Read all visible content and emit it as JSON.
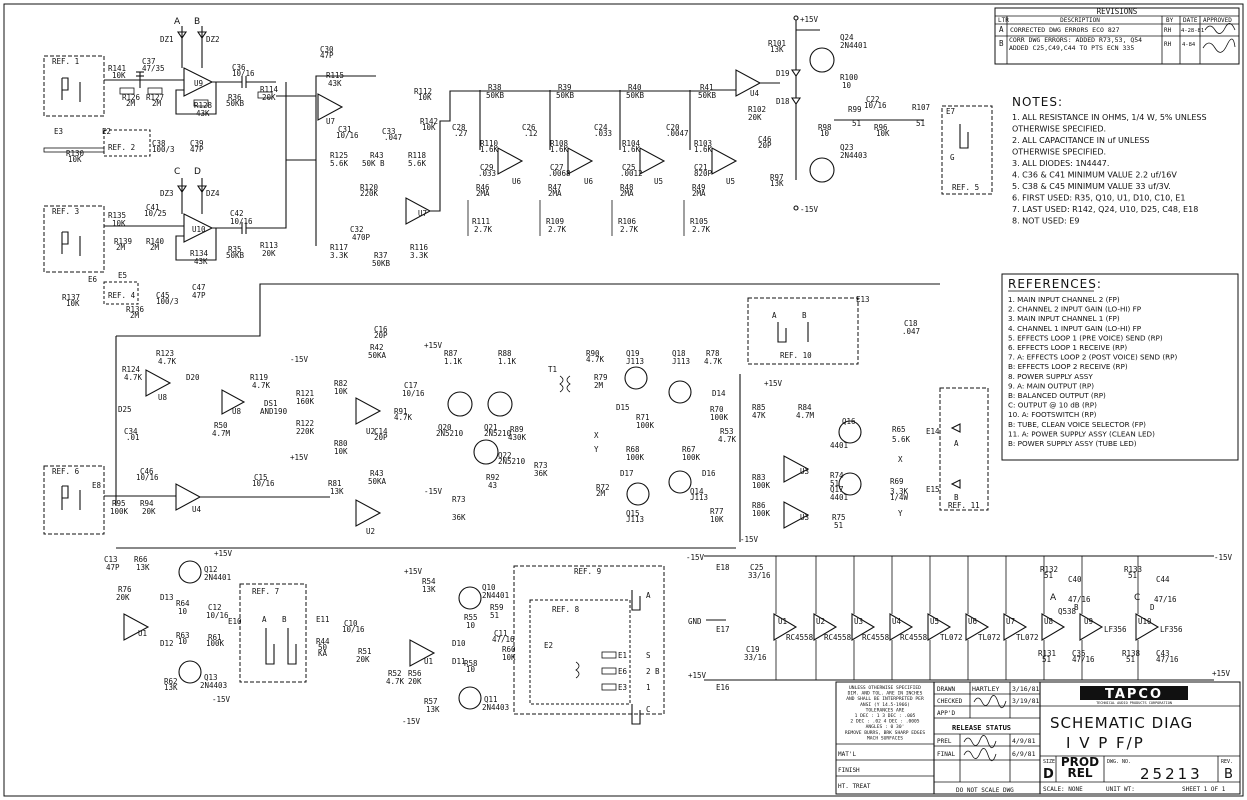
{
  "revisions": {
    "title": "REVISIONS",
    "headers": [
      "LTR",
      "DESCRIPTION",
      "BY",
      "DATE",
      "APPROVED"
    ],
    "rows": [
      {
        "ltr": "A",
        "desc": "CORRECTED DWG ERRORS  ECO 827",
        "by": "RH",
        "date": "4-28-81"
      },
      {
        "ltr": "B",
        "desc": "CORR DWG ERRORS: ADDED R73,53, Q54 ADDED C25,C49,C44 TO PTS  ECN 335",
        "by": "RH",
        "date": "4-84"
      }
    ]
  },
  "notes": {
    "heading": "NOTES:",
    "items": [
      "1. ALL RESISTANCE IN OHMS, 1/4 W, 5% UNLESS",
      "   OTHERWISE SPECIFIED.",
      "2. ALL CAPACITANCE IN uf UNLESS",
      "   OTHERWISE SPECIFIED.",
      "3. ALL DIODES: 1N4447.",
      "4. C36 & C41 MINIMUM VALUE 2.2 uf/16V",
      "5. C38 & C45 MINIMUM VALUE 33 uf/3V.",
      "6. FIRST USED: R35, Q10, U1, D10, C10, E1",
      "7. LAST USED: R142, Q24, U10, D25, C48, E18",
      "8. NOT USED: E9"
    ]
  },
  "references": {
    "heading": "REFERENCES:",
    "items": [
      "1. MAIN INPUT CHANNEL 2 (FP)",
      "2. CHANNEL 2 INPUT GAIN (LO-HI) FP",
      "3. MAIN INPUT CHANNEL 1 (FP)",
      "4. CHANNEL 1 INPUT GAIN (LO-HI) FP",
      "5. EFFECTS LOOP 1 (PRE VOICE) SEND (RP)",
      "6. EFFECTS LOOP 1 RECEIVE (RP)",
      "7. A: EFFECTS LOOP 2 (POST VOICE) SEND (RP)",
      "   B: EFFECTS LOOP 2 RECEIVE (RP)",
      "8. POWER SUPPLY ASSY",
      "9. A: MAIN OUTPUT (RP)",
      "   B: BALANCED OUTPUT (RP)",
      "   C: OUTPUT @ 10 dB (RP)",
      "10. A: FOOTSWITCH (RP)",
      "    B: TUBE, CLEAN VOICE SELECTOR (FP)",
      "11. A: POWER SUPPLY ASSY (CLEAN LED)",
      "    B: POWER SUPPLY ASSY (TUBE LED)"
    ]
  },
  "title_block": {
    "company": "TAPCO",
    "company_sub": "TECHNICAL AUDIO PRODUCTS CORPORATION",
    "title_line1": "SCHEMATIC  DIAG",
    "title_line2": "I V P      F/P",
    "drawn_label": "DRAWN",
    "drawn_by": "HARTLEY",
    "drawn_date": "3/16/81",
    "checked_label": "CHECKED",
    "checked_date": "3/19/81",
    "appd_label": "APP'D",
    "release_status": "RELEASE STATUS",
    "prel_label": "PREL",
    "prel_date": "4/9/81",
    "final_label": "FINAL",
    "final_date": "6/9/81",
    "size_label": "SIZE",
    "size": "D",
    "prod_rel": "PROD REL",
    "dwg_no_label": "DWG. NO.",
    "dwg_no": "25213",
    "rev_label": "REV.",
    "rev": "B",
    "scale_label": "SCALE: NONE",
    "unit_wt_label": "UNIT WT:",
    "sheet_label": "SHEET 1   OF 1",
    "do_not_scale": "DO NOT SCALE DWG",
    "tolerance_text": [
      "UNLESS OTHERWISE SPECIFIED",
      "DIM. AND TOL. ARE IN INCHES",
      "AND SHALL BE INTERPRETED PER",
      "ANSI (Y 14.5-1966)",
      "TOLERANCES ARE",
      "1 DEC : 1    3 DEC : .005",
      "2 DEC : .02  4 DEC : .0005",
      "ANGLES : 0 30'",
      "REMOVE BURRS, BRK SHARP EDGES",
      "MACH SURFACES"
    ],
    "matl_label": "MAT'L",
    "finish_label": "FINISH",
    "ht_treat_label": "HT. TREAT"
  },
  "components": {
    "refs": [
      "REF. 1",
      "REF. 2",
      "REF. 3",
      "REF. 4",
      "REF. 5",
      "REF. 6",
      "REF. 7",
      "REF. 8",
      "REF. 9",
      "REF. 10",
      "REF. 11"
    ],
    "ics": [
      "U9",
      "U10",
      "U7",
      "U7",
      "U6",
      "U6",
      "U5",
      "U5",
      "U4",
      "U8",
      "U8",
      "U2",
      "U2",
      "U4",
      "U3",
      "U3",
      "U1",
      "U1",
      "U1",
      "U2",
      "U3",
      "U4",
      "U5",
      "U6",
      "U7",
      "U8",
      "U9",
      "U10"
    ],
    "transistors": [
      {
        "ref": "Q24",
        "part": "2N4401"
      },
      {
        "ref": "Q23",
        "part": "2N4403"
      },
      {
        "ref": "Q20",
        "part": "2N5210"
      },
      {
        "ref": "Q21",
        "part": "2N5210"
      },
      {
        "ref": "Q22",
        "part": "2N5210"
      },
      {
        "ref": "Q19",
        "part": "J113"
      },
      {
        "ref": "Q18",
        "part": "J113"
      },
      {
        "ref": "Q15",
        "part": "J113"
      },
      {
        "ref": "Q14",
        "part": "J113"
      },
      {
        "ref": "Q16",
        "part": "4401"
      },
      {
        "ref": "Q17",
        "part": "4401"
      },
      {
        "ref": "Q12",
        "part": "2N4401"
      },
      {
        "ref": "Q13",
        "part": "2N4403"
      },
      {
        "ref": "Q10",
        "part": "2N4401"
      },
      {
        "ref": "Q11",
        "part": "2N4403"
      }
    ],
    "supply_pos": "+15V",
    "supply_neg": "-15V",
    "gnd": "GND",
    "pin_letters": [
      "A",
      "B",
      "C",
      "D",
      "X",
      "Y"
    ],
    "ic_parts": [
      "RC4558",
      "RC4558",
      "RC4558",
      "RC4558",
      "TL072",
      "TL072",
      "TL072",
      "LF356",
      "LF356"
    ]
  }
}
